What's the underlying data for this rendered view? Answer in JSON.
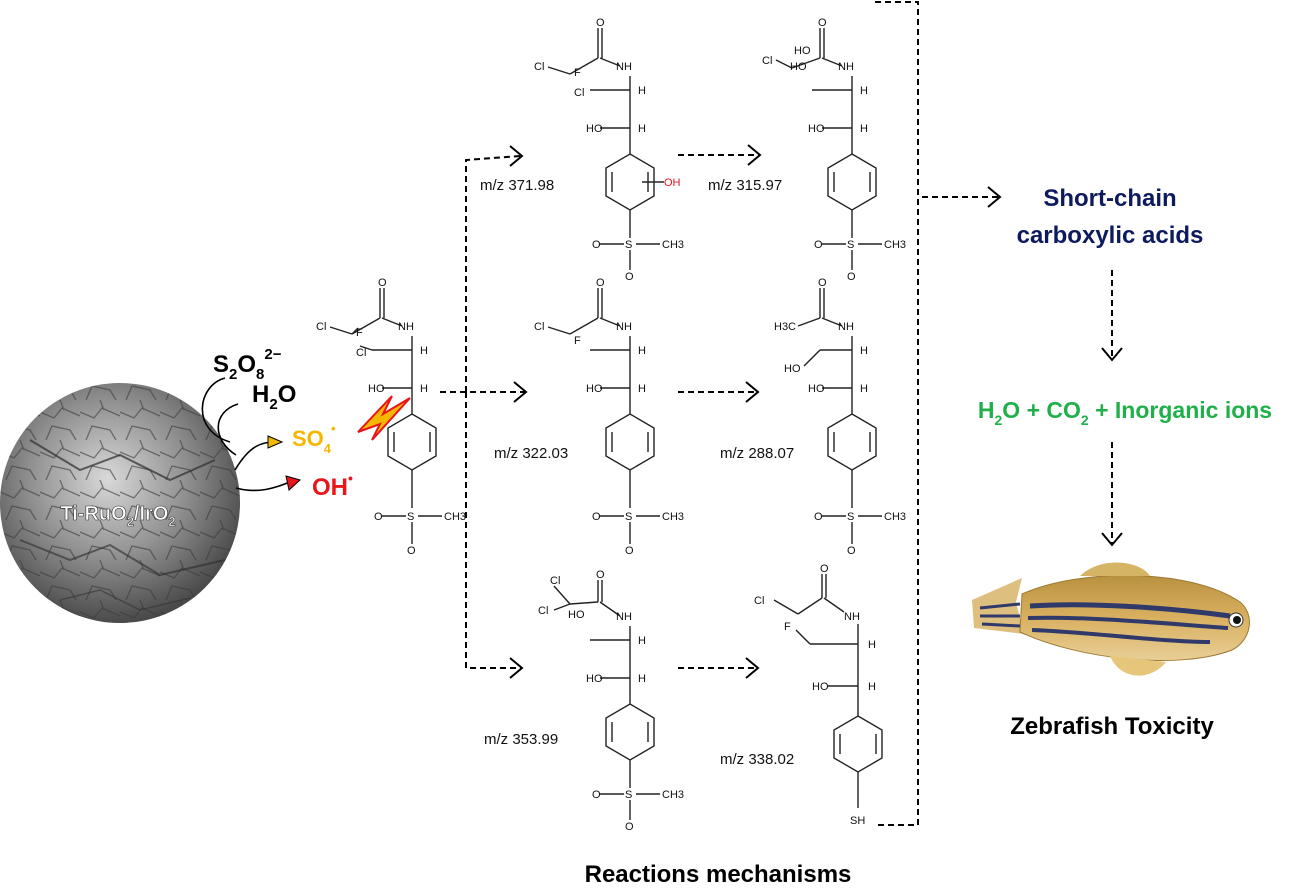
{
  "electrode": {
    "label_main": "Ti-RuO",
    "label_sub1": "2",
    "label_mid": "/IrO",
    "label_sub2": "2"
  },
  "reagents": {
    "persulfate": {
      "main": "S",
      "sub": "2",
      "o": "O",
      "sub2": "8",
      "sup": "2−"
    },
    "water": {
      "h": "H",
      "sub": "2",
      "o": "O"
    },
    "sulfate_radical": {
      "main": "SO",
      "sub": "4",
      "dot": "•"
    },
    "hydroxyl_radical": {
      "main": "OH",
      "dot": "•"
    }
  },
  "molecules": {
    "parent": {
      "atoms": [
        "Cl",
        "F",
        "Cl",
        "NH",
        "HO",
        "O",
        "O",
        "CH3"
      ],
      "stereo": [
        "H",
        "H"
      ]
    },
    "p371": {
      "mz": "m/z 371.98",
      "atoms": [
        "Cl",
        "F",
        "Cl",
        "NH",
        "HO",
        "OH",
        "O",
        "O",
        "CH3"
      ],
      "stereo": [
        "H",
        "H"
      ]
    },
    "p315": {
      "mz": "m/z 315.97",
      "atoms": [
        "Cl",
        "HO",
        "HO",
        "NH",
        "HO",
        "O",
        "O",
        "CH3"
      ],
      "stereo": [
        "H",
        "H"
      ]
    },
    "p322": {
      "mz": "m/z 322.03",
      "atoms": [
        "Cl",
        "F",
        "NH",
        "HO",
        "O",
        "O",
        "CH3"
      ],
      "stereo": [
        "H",
        "H"
      ]
    },
    "p288": {
      "mz": "m/z 288.07",
      "atoms": [
        "H3C",
        "NH",
        "HO",
        "HO",
        "O",
        "O",
        "CH3"
      ],
      "stereo": [
        "H",
        "H"
      ]
    },
    "p353": {
      "mz": "m/z 353.99",
      "atoms": [
        "Cl",
        "Cl",
        "HO",
        "NH",
        "HO",
        "O",
        "O",
        "CH3"
      ],
      "stereo": [
        "H",
        "H"
      ]
    },
    "p338": {
      "mz": "m/z 338.02",
      "atoms": [
        "Cl",
        "F",
        "NH",
        "HO",
        "SH",
        "O"
      ],
      "stereo": [
        "H",
        "H"
      ]
    }
  },
  "products": {
    "short_chain_line1": "Short-chain",
    "short_chain_line2": "carboxylic acids",
    "mineral": {
      "h": "H",
      "h_sub": "2",
      "o_plus": "O + CO",
      "c_sub": "2",
      "rest": " + Inorganic ions"
    },
    "toxicity": "Zebrafish Toxicity"
  },
  "caption": "Reactions mechanisms",
  "colors": {
    "navy": "#0d1b5e",
    "green": "#1fb04a",
    "sulfate": "#f5b800",
    "hydroxyl": "#e8151b",
    "text": "#000000"
  }
}
